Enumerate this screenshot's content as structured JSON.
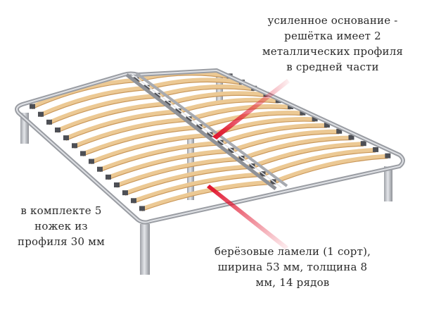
{
  "annotations": {
    "reinforced_base": "усиленное основание -\nрешётка имеет 2\nметаллических профиля\nв средней части",
    "legs": "в комплекте 5\nножек из\nпрофиля 30 мм",
    "slats": "берёзовые ламели (1 сорт),\nширина 53 мм, толщина 8\nмм, 14 рядов"
  },
  "product": {
    "slat_rows": 14,
    "leg_count": 5
  },
  "colors": {
    "frame": "#b9bcc2",
    "frame_dark": "#8e9197",
    "slat": "#ecc994",
    "slat_edge": "#c9975a",
    "holder": "#4d4f55",
    "arrow": "#e0112b"
  }
}
